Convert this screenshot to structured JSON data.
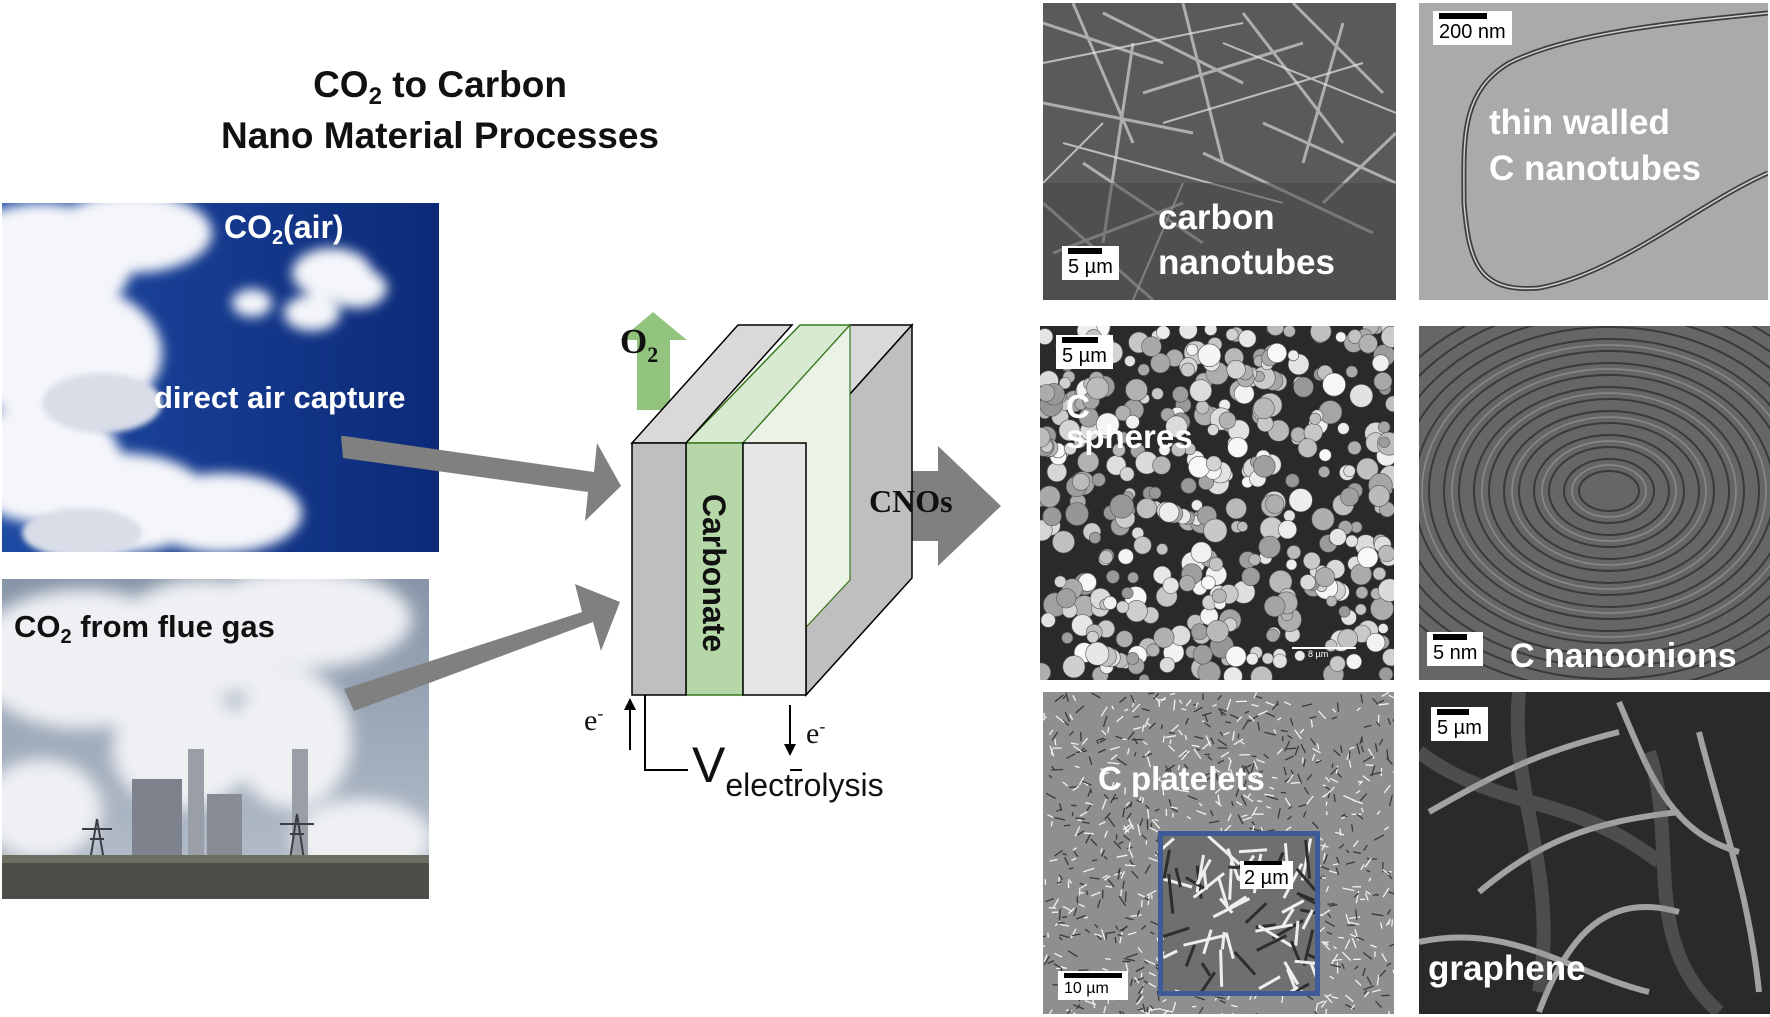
{
  "title": {
    "line1_pre": "CO",
    "line1_sub": "2",
    "line1_post": " to Carbon",
    "line2": "Nano Material Processes"
  },
  "sources": {
    "air": {
      "label_pre": "CO",
      "label_sub": "2",
      "label_post": "(air)",
      "caption": "direct air capture"
    },
    "flue": {
      "label_pre": "CO",
      "label_sub": "2",
      "label_post": " from flue gas"
    }
  },
  "cell": {
    "electrolyte": "Carbonate",
    "gas_pre": "O",
    "gas_sub": "2",
    "product": "CNOs",
    "electron_left": "e",
    "electron_right": "e",
    "electron_sup": "-",
    "voltage_main": "V",
    "voltage_sub": "electrolysis"
  },
  "products": {
    "cnt": {
      "label_line1": "carbon",
      "label_line2": "nanotubes",
      "scale": "5 µm"
    },
    "thin": {
      "label_line1": "thin walled",
      "label_line2": "C nanotubes",
      "scale": "200 nm"
    },
    "spheres": {
      "label_line1": "C",
      "label_line2": "spheres",
      "scale": "5 µm",
      "scale2": "8 µm"
    },
    "onions": {
      "label": "C nanoonions",
      "scale": "5 nm"
    },
    "platelets": {
      "label": "C platelets",
      "scale": "10 µm",
      "inset_scale": "2 µm"
    },
    "graphene": {
      "label": "graphene",
      "scale": "5 µm"
    }
  },
  "colors": {
    "arrow_gray": "#808080",
    "o2_green": "#92c47d",
    "carbonate_green": "#b6d7a8",
    "inset_border": "#3d5a99",
    "sky_blue": "#1a3f8f"
  }
}
